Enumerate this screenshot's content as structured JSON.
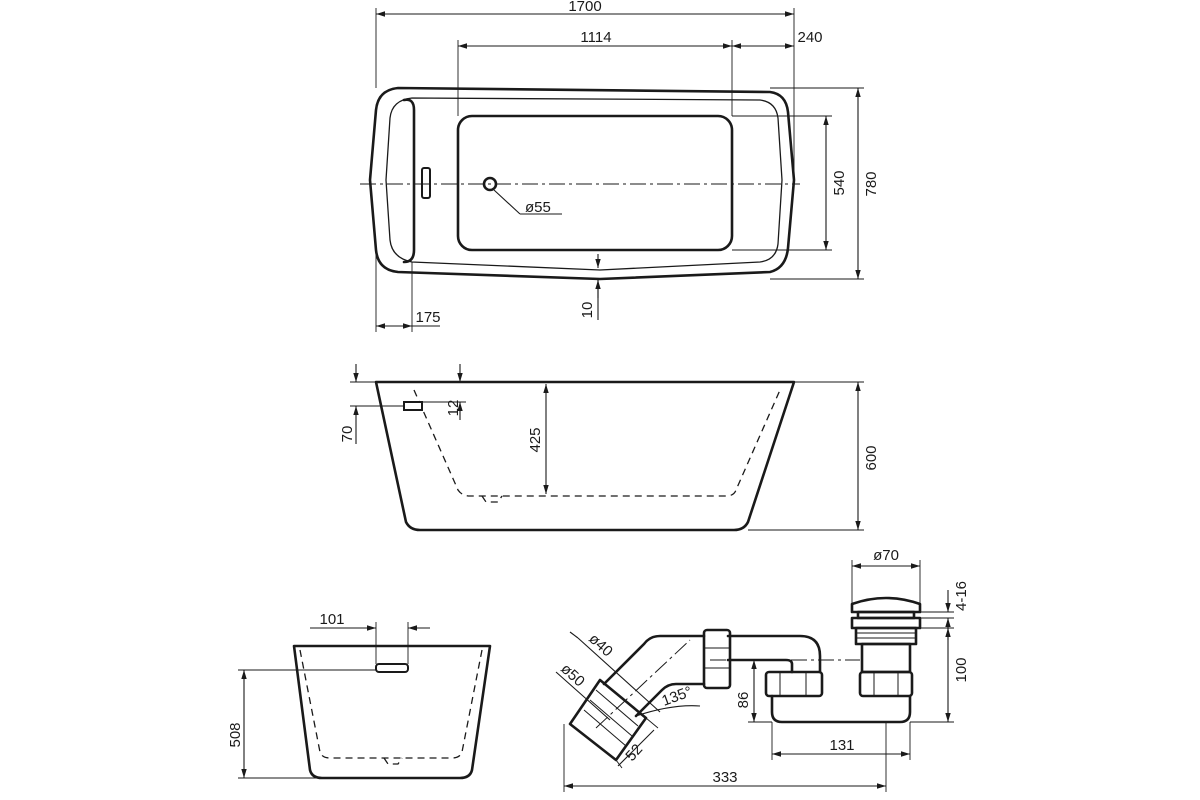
{
  "drawing": {
    "top_view": {
      "overall_length": "1700",
      "inner_length": "1114",
      "end_offset": "240",
      "inner_width": "540",
      "overall_width": "780",
      "drain_diameter": "ø55",
      "wall_thickness": "10",
      "overflow_offset": "175"
    },
    "side_view": {
      "overall_height": "600",
      "inner_depth": "425",
      "overflow_height": "70",
      "rim_offset": "12"
    },
    "end_view": {
      "overflow_width": "101",
      "height": "508"
    },
    "drain_kit": {
      "plug_diameter": "ø70",
      "plug_height": "4-16",
      "pipe_diameter_inner": "ø40",
      "pipe_diameter_outer": "ø50",
      "angle": "135°",
      "outlet_length": "52",
      "trap_height": "86",
      "vertical_height": "100",
      "horizontal_length": "131",
      "overall_length": "333"
    }
  }
}
